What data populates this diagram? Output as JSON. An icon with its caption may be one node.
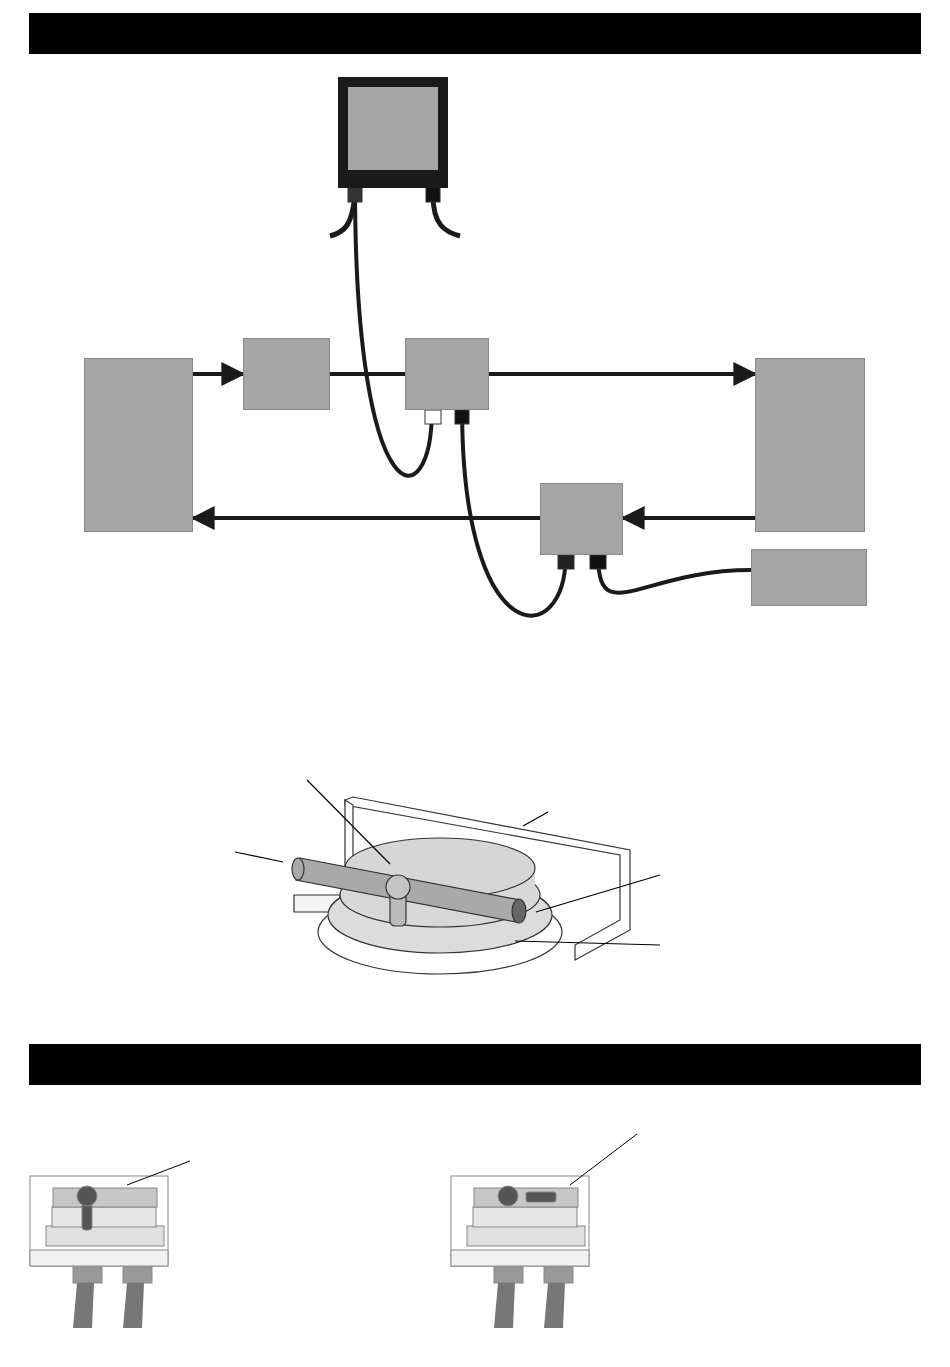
{
  "diagram": {
    "nodes": [
      {
        "text": [],
        "shape": "box"
      },
      {
        "text": [],
        "shape": "box"
      },
      {
        "text": [],
        "shape": "box"
      },
      {
        "text": [],
        "shape": "box"
      },
      {
        "text": [],
        "shape": "box"
      },
      {
        "text": [],
        "shape": "box"
      },
      {
        "text": [],
        "shape": "box"
      }
    ],
    "edges": [
      {
        "from": 1,
        "to": 2,
        "arrow": "to"
      },
      {
        "from": 2,
        "to": 3,
        "arrow": "none"
      },
      {
        "from": 3,
        "to": 4,
        "arrow": "to"
      },
      {
        "from": 4,
        "to": 5,
        "arrow": "to"
      },
      {
        "from": 5,
        "to": 1,
        "arrow": "to"
      },
      {
        "from": 0,
        "to": 3,
        "arrow": "none"
      },
      {
        "from": 3,
        "to": 5,
        "arrow": "none"
      },
      {
        "from": 5,
        "to": 6,
        "arrow": "none"
      }
    ]
  }
}
